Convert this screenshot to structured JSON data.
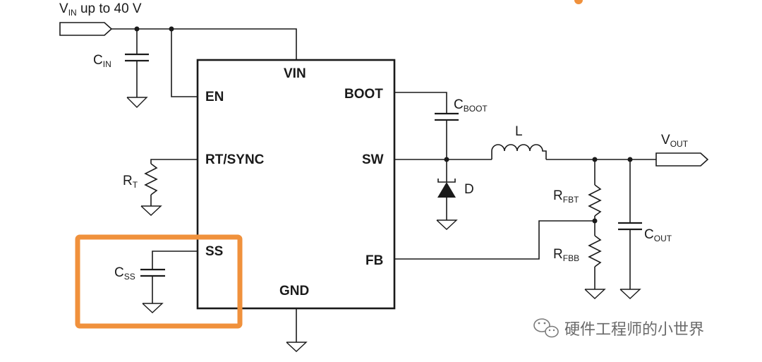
{
  "pins": {
    "vin": "VIN",
    "en": "EN",
    "boot": "BOOT",
    "rt_sync": "RT/SYNC",
    "sw": "SW",
    "ss": "SS",
    "fb": "FB",
    "gnd": "GND"
  },
  "labels": {
    "vin_main": "V",
    "vin_sub": "IN",
    "vin_rest": " up to 40 V",
    "cin_main": "C",
    "cin_sub": "IN",
    "rt_main": "R",
    "rt_sub": "T",
    "css_main": "C",
    "css_sub": "SS",
    "cboot_main": "C",
    "cboot_sub": "BOOT",
    "diode": "D",
    "inductor": "L",
    "vout_main": "V",
    "vout_sub": "OUT",
    "rfbt_main": "R",
    "rfbt_sub": "FBT",
    "rfbb_main": "R",
    "rfbb_sub": "FBB",
    "cout_main": "C",
    "cout_sub": "OUT"
  },
  "watermark": "硬件工程师的小世界",
  "colors": {
    "highlight": "#f0913c",
    "line": "#1a1a1a"
  },
  "icons": {
    "watermark_logo": "wechat-icon"
  }
}
